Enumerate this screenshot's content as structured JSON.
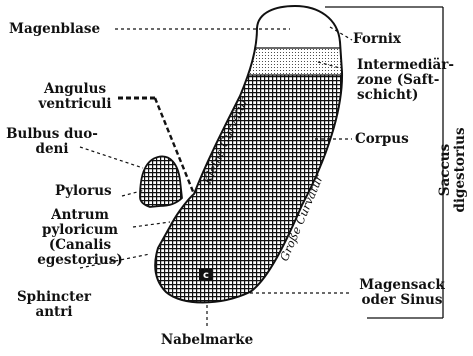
{
  "labels": {
    "magenblase": "Magenblase",
    "fornix": "Fornix",
    "intermediaer": [
      "Intermediär-",
      "zone (Saft-",
      "schicht)"
    ],
    "angulus": [
      "Angulus",
      "ventriculi"
    ],
    "corpus": "Corpus",
    "bulbus": [
      "Bulbus duo-",
      "deni"
    ],
    "pylorus": "Pylorus",
    "antrum": [
      "Antrum",
      "pyloricum",
      "(Canalis",
      "egestorius)"
    ],
    "magensack": [
      "Magensack",
      "oder Sinus"
    ],
    "sphincter": [
      "Sphincter",
      "antri"
    ],
    "nabelmarke": "Nabelmarke",
    "saccus": [
      "Saccus",
      "digestorius"
    ],
    "kleine_curvatur": "Kleine Curvatur",
    "grosse_curvatur": "Große Curvatur",
    "marker": "c"
  },
  "colors": {
    "ink": "#111111",
    "background": "#ffffff"
  }
}
